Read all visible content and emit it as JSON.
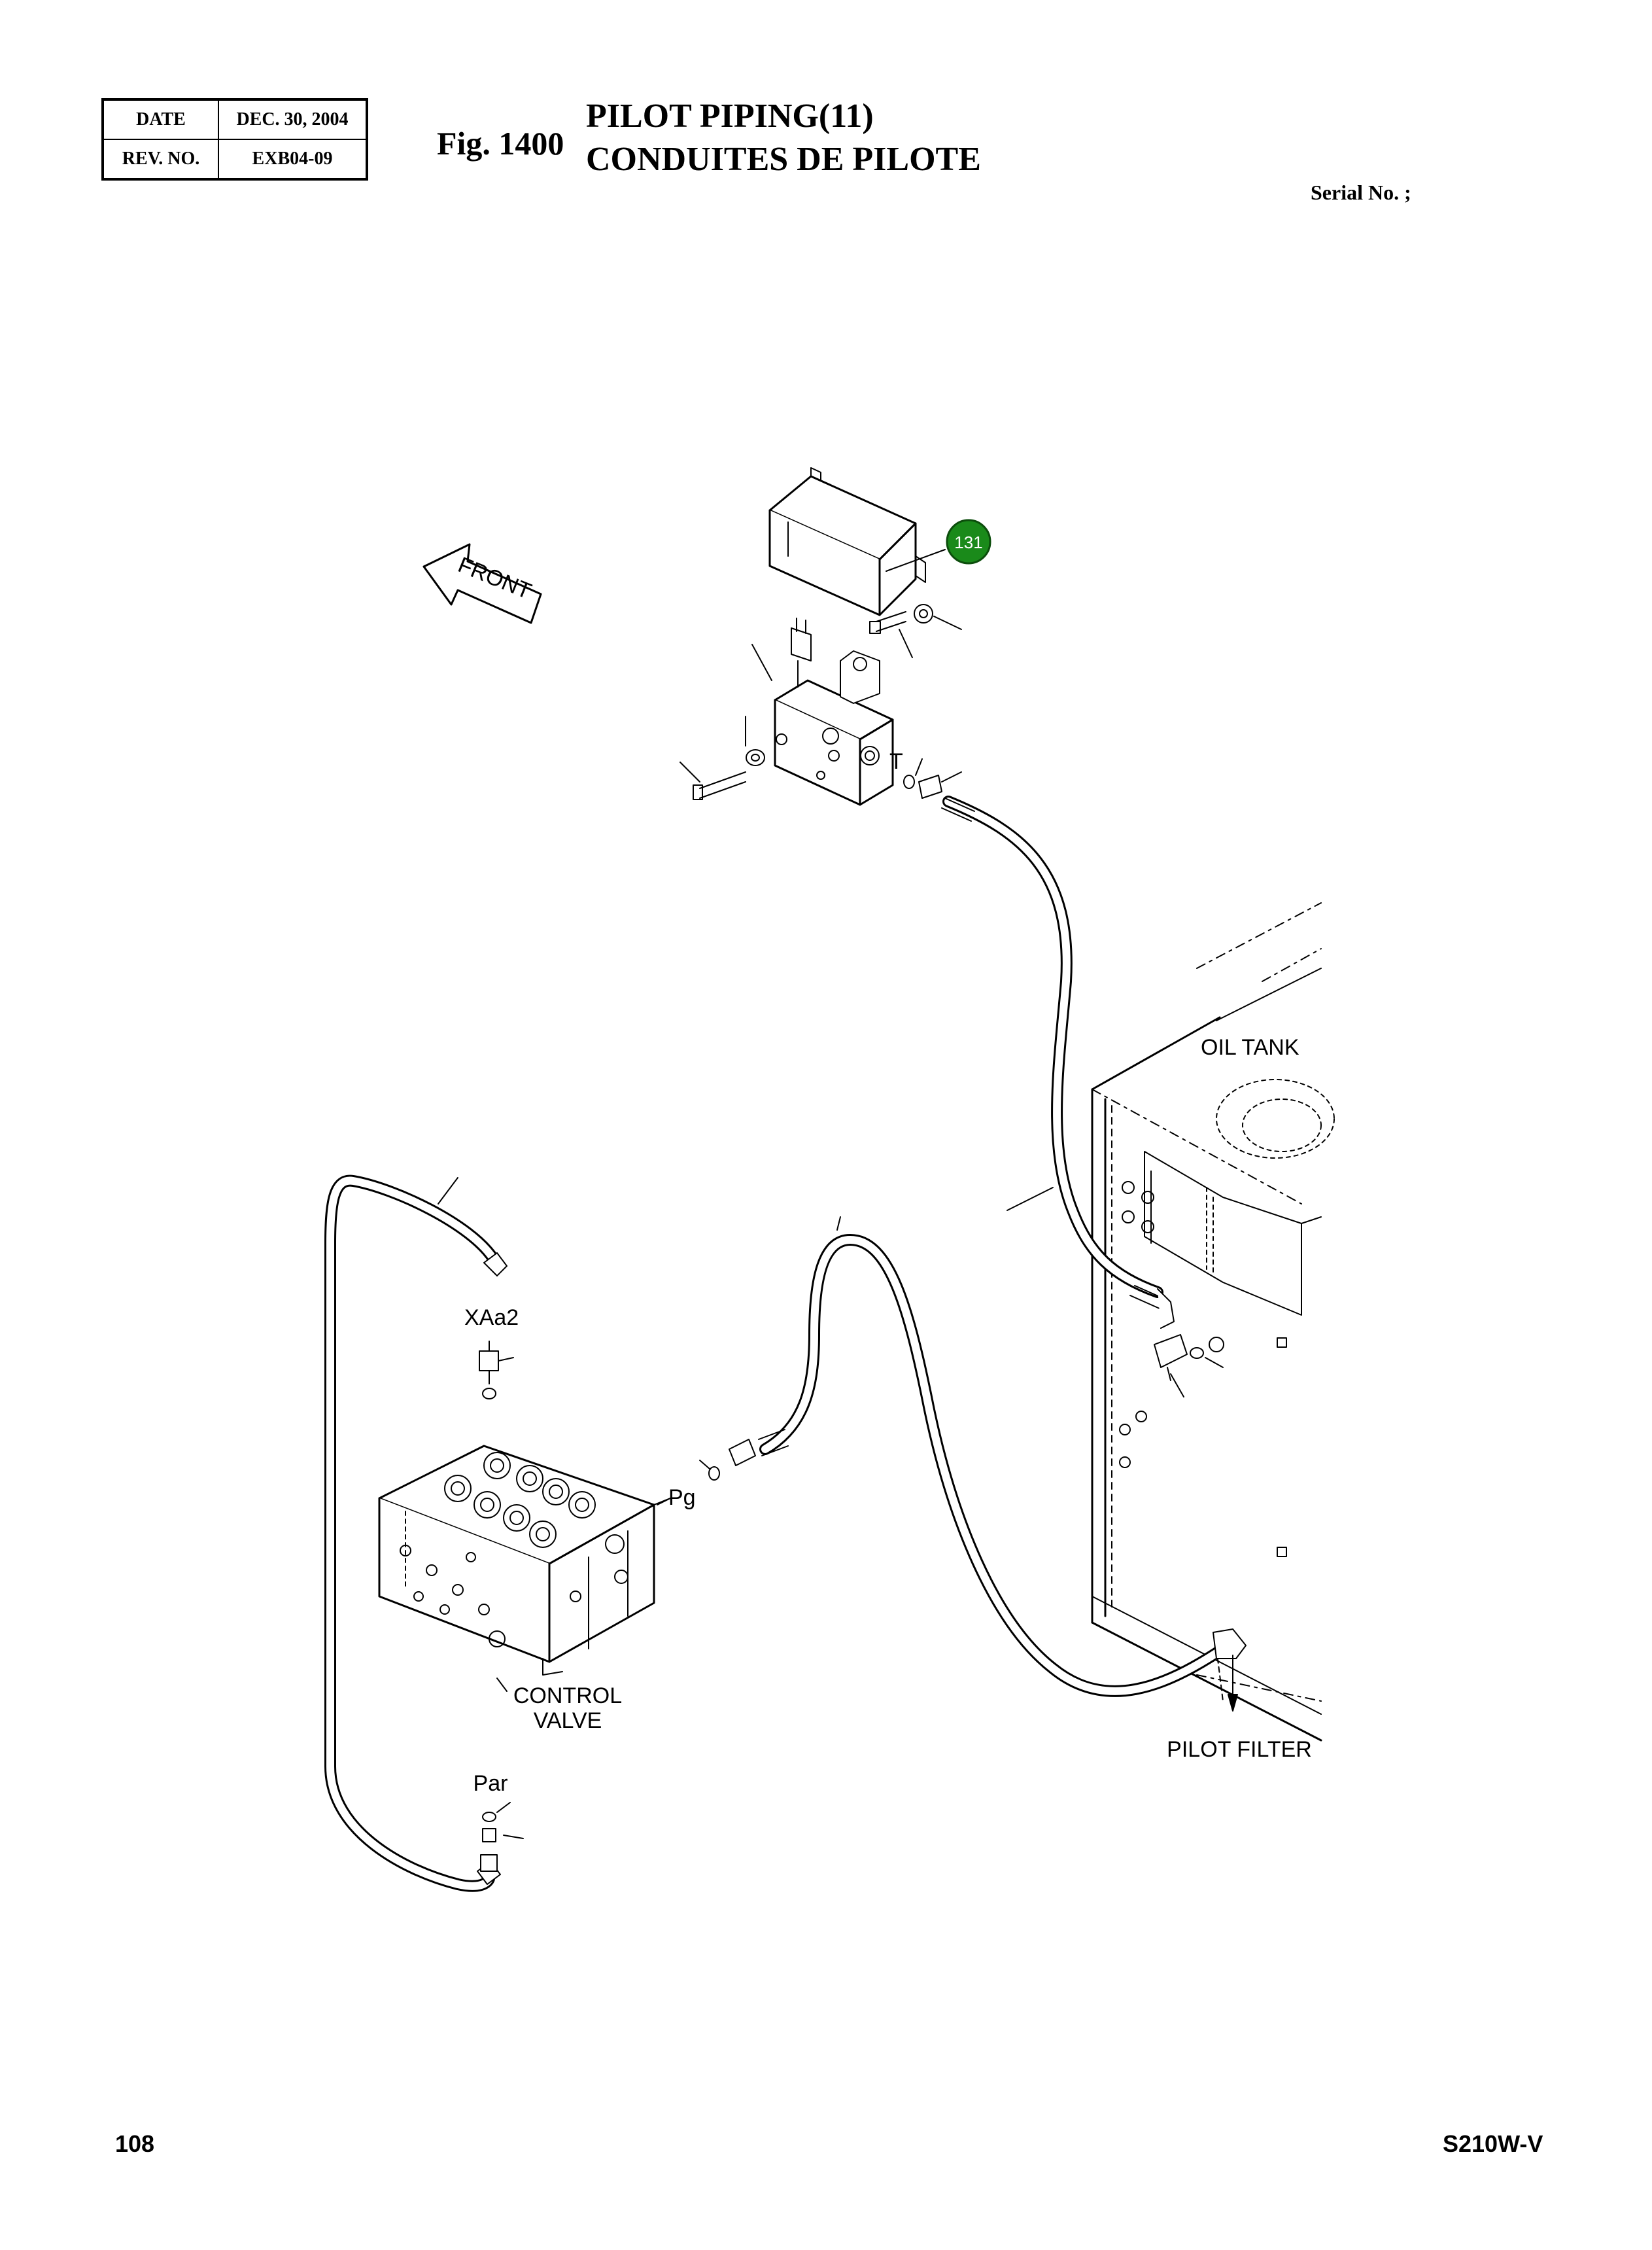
{
  "header": {
    "date_label": "DATE",
    "date_value": "DEC. 30, 2004",
    "rev_label": "REV. NO.",
    "rev_value": "EXB04-09",
    "fig_number": "Fig. 1400",
    "title_en": "PILOT PIPING(11)",
    "title_fr": "CONDUITES DE PILOTE",
    "serial_label": "Serial No. ;"
  },
  "diagram": {
    "front_label": "FRONT",
    "callout_number": "131",
    "callout_color": "#1a8a1a",
    "port_t": "T",
    "port_xaa2": "XAa2",
    "port_pg": "Pg",
    "port_par": "Par",
    "oil_tank": "OIL TANK",
    "control_valve_line1": "CONTROL",
    "control_valve_line2": "VALVE",
    "pilot_filter": "PILOT FILTER"
  },
  "footer": {
    "page_number": "108",
    "model": "S210W-V"
  }
}
